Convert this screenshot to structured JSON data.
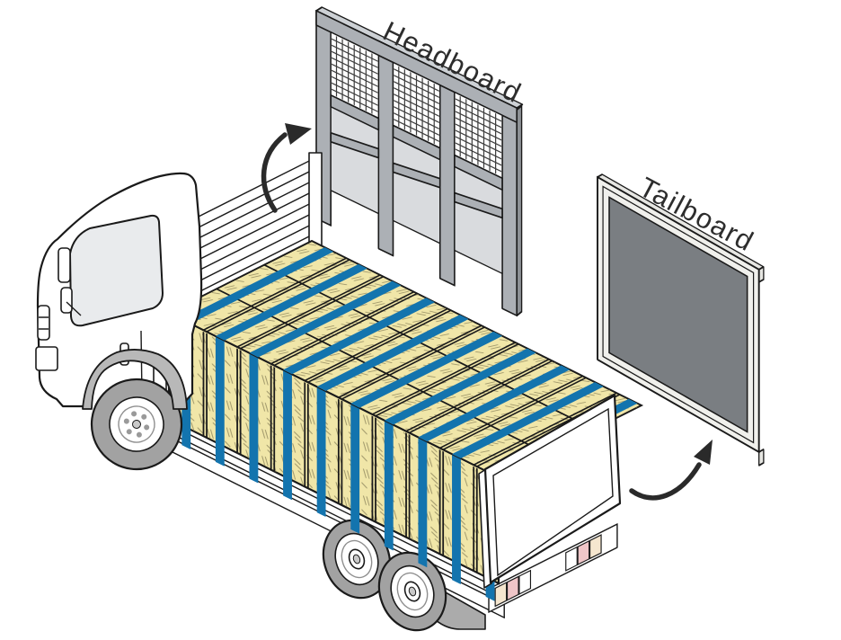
{
  "diagram": {
    "type": "isometric-illustration",
    "subject": "truck loaded with strapped bales, with detached headboard and tailboard panels",
    "labels": {
      "headboard": "Headboard",
      "tailboard": "Tailboard"
    },
    "load": {
      "strap_count": 10,
      "top_rows": 3
    },
    "headboard": {
      "bays": 3,
      "posts": 4
    },
    "rear_wheels": 2,
    "colors": {
      "bale_yellow": "#F0E6A8",
      "bale_hatch": "#958D62",
      "strap_blue": "#1374AE",
      "outline": "#1A1A1A",
      "tire_gray": "#A2A2A2",
      "fender_gray": "#B8B8B8",
      "mudguard_gray": "#ABABAB",
      "frame_gray": "#ACB0B5",
      "frame_gray_light": "#CDD1D5",
      "frame_gray_dark": "#8D9195",
      "panel_gray": "#D9DBDE",
      "mesh_line": "#3D3D3D",
      "tailboard_frame": "#F0F0EC",
      "tailboard_face": "#7A7E82",
      "tailboard_edge": "#E6E6E2",
      "window_gray": "#E9EBED",
      "light_pink": "#EFC6C8",
      "light_cream": "#F5E6CF",
      "step_gray": "#D6D6D6",
      "label_ink": "#2D2D2D",
      "arrow_ink": "#2A2A2A"
    }
  }
}
